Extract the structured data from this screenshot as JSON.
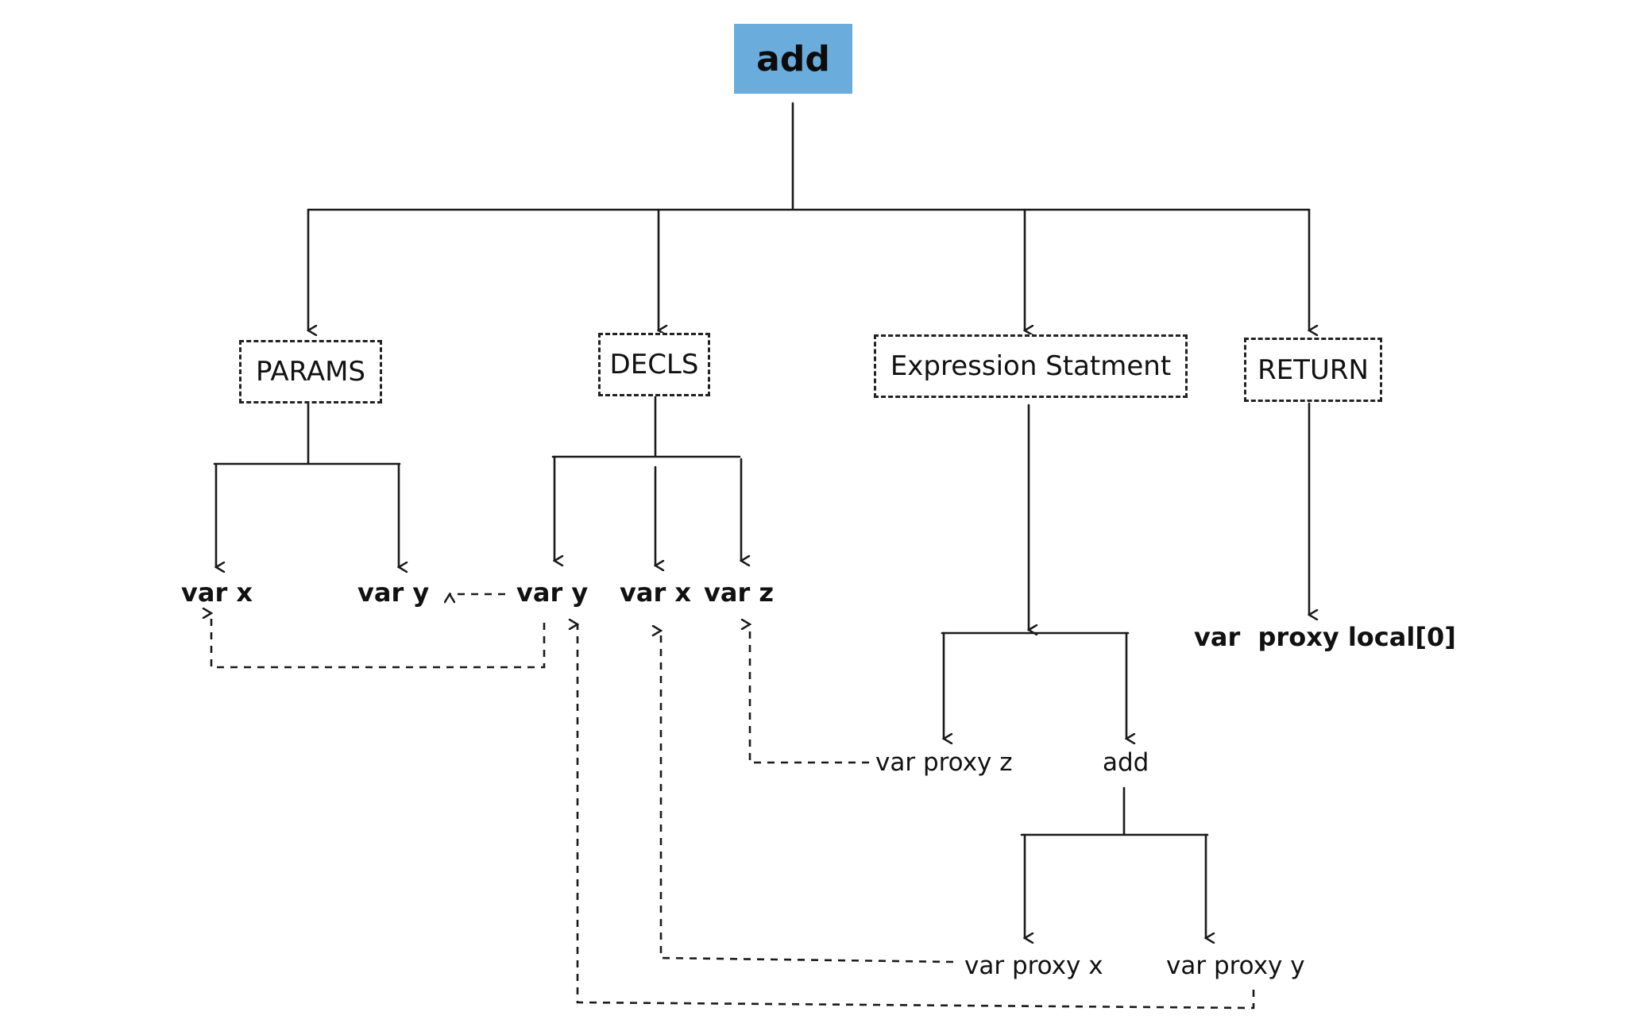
{
  "diagram": {
    "root": {
      "label": "add",
      "fill": "#6aacdb"
    },
    "branches": {
      "params": {
        "label": "PARAMS",
        "children": [
          "var x",
          "var y"
        ]
      },
      "decls": {
        "label": "DECLS",
        "children": [
          "var y",
          "var x",
          "var z"
        ]
      },
      "expression": {
        "label": "Expression Statment",
        "children": [
          "var proxy z",
          "add"
        ],
        "add_children": [
          "var proxy x",
          "var proxy y"
        ]
      },
      "return": {
        "label": "RETURN",
        "children": [
          "var  proxy local[0]"
        ]
      }
    },
    "references": [
      {
        "from": "DECLS var y",
        "to": "PARAMS var y",
        "style": "dashed"
      },
      {
        "from": "DECLS var y",
        "to": "PARAMS var x",
        "style": "dashed"
      },
      {
        "from": "var proxy z",
        "to": "DECLS var z",
        "style": "dashed"
      },
      {
        "from": "var proxy x",
        "to": "DECLS var x",
        "style": "dashed"
      },
      {
        "from": "var proxy y",
        "to": "DECLS var y",
        "style": "dashed"
      }
    ],
    "colors": {
      "line": "#1a1a1a",
      "root_fill": "#6aacdb",
      "background": "#ffffff"
    }
  }
}
